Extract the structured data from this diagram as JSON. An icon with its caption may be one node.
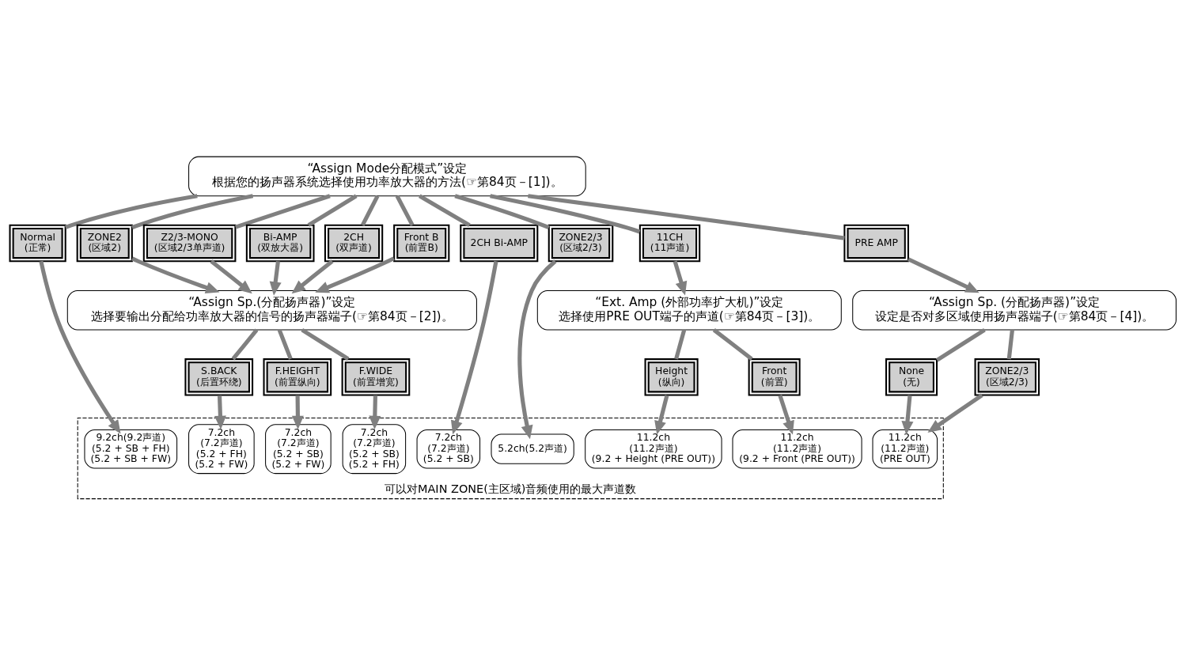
{
  "diagram": {
    "nodes": [
      {
        "text": [
          "“Assign Mode分配模式”设定",
          "根据您的扬声器系统选择使用功率放大器的方法(☞第84页－[1])。"
        ]
      },
      {
        "text": [
          "Normal",
          "(正常)"
        ]
      },
      {
        "text": [
          "ZONE2",
          "(区域2)"
        ]
      },
      {
        "text": [
          "Z2/3-MONO",
          "(区域2/3单声道)"
        ]
      },
      {
        "text": [
          "Bi-AMP",
          "(双放大器)"
        ]
      },
      {
        "text": [
          "2CH",
          "(双声道)"
        ]
      },
      {
        "text": [
          "Front B",
          "(前置B)"
        ]
      },
      {
        "text": [
          "2CH Bi-AMP"
        ]
      },
      {
        "text": [
          "ZONE2/3",
          "(区域2/3)"
        ]
      },
      {
        "text": [
          "11CH",
          "(11声道)"
        ]
      },
      {
        "text": [
          "PRE AMP"
        ]
      },
      {
        "text": [
          "“Assign Sp.(分配扬声器)”设定",
          "选择要输出分配给功率放大器的信号的扬声器端子(☞第84页－[2])。"
        ]
      },
      {
        "text": [
          "“Ext. Amp (外部功率扩大机)”设定",
          "选择使用PRE OUT端子的声道(☞第84页－[3])。"
        ]
      },
      {
        "text": [
          "“Assign Sp. (分配扬声器)”设定",
          "设定是否对多区域使用扬声器端子(☞第84页－[4])。"
        ]
      },
      {
        "text": [
          "S.BACK",
          "(后置环绕)"
        ]
      },
      {
        "text": [
          "F.HEIGHT",
          "(前置纵向)"
        ]
      },
      {
        "text": [
          "F.WIDE",
          "(前置增宽)"
        ]
      },
      {
        "text": [
          "Height",
          "(纵向)"
        ]
      },
      {
        "text": [
          "Front",
          "(前置)"
        ]
      },
      {
        "text": [
          "None",
          "(无)"
        ]
      },
      {
        "text": [
          "ZONE2/3",
          "(区域2/3)"
        ]
      },
      {
        "text": [
          "可以对MAIN ZONE(主区域)音频使用的最大声道数"
        ]
      },
      {
        "text": [
          "9.2ch(9.2声道)",
          "(5.2 + SB + FH)",
          "(5.2 + SB + FW)"
        ],
        "in": 21
      },
      {
        "text": [
          "7.2ch",
          "(7.2声道)",
          "(5.2 + FH)",
          "(5.2 + FW)"
        ],
        "in": 21
      },
      {
        "text": [
          "7.2ch",
          "(7.2声道)",
          "(5.2 + SB)",
          "(5.2 + FW)"
        ],
        "in": 21
      },
      {
        "text": [
          "7.2ch",
          "(7.2声道)",
          "(5.2 + SB)",
          "(5.2 + FH)"
        ],
        "in": 21
      },
      {
        "text": [
          "7.2ch",
          "(7.2声道)",
          "(5.2 + SB)"
        ],
        "in": 21
      },
      {
        "text": [
          "11.2ch",
          "(11.2声道)",
          "(9.2 + Height (PRE OUT))"
        ],
        "in": 21
      },
      {
        "text": [
          "11.2ch",
          "(11.2声道)",
          "(9.2 + Front (PRE OUT))"
        ],
        "in": 21
      },
      {
        "text": [
          "11.2ch",
          "(11.2声道)",
          "(PRE OUT)"
        ],
        "in": 21
      },
      {
        "text": [
          "5.2ch(5.2声道)"
        ],
        "in": 21
      }
    ],
    "edges": [
      {
        "from": 0,
        "to": 1,
        "arrow": "none"
      },
      {
        "from": 0,
        "to": 2,
        "arrow": "none"
      },
      {
        "from": 0,
        "to": 3,
        "arrow": "none"
      },
      {
        "from": 0,
        "to": 4,
        "arrow": "none"
      },
      {
        "from": 0,
        "to": 5,
        "arrow": "none"
      },
      {
        "from": 0,
        "to": 6,
        "arrow": "none"
      },
      {
        "from": 0,
        "to": 7,
        "arrow": "none"
      },
      {
        "from": 0,
        "to": 8,
        "arrow": "none"
      },
      {
        "from": 0,
        "to": 9,
        "arrow": "none"
      },
      {
        "from": 0,
        "to": 10,
        "arrow": "none"
      },
      {
        "from": 1,
        "to": 22,
        "arrow": "to"
      },
      {
        "from": 2,
        "to": 11,
        "arrow": "to"
      },
      {
        "from": 3,
        "to": 11,
        "arrow": "to"
      },
      {
        "from": 4,
        "to": 11,
        "arrow": "to"
      },
      {
        "from": 5,
        "to": 11,
        "arrow": "to"
      },
      {
        "from": 6,
        "to": 11,
        "arrow": "to"
      },
      {
        "from": 7,
        "to": 26,
        "arrow": "to"
      },
      {
        "from": 8,
        "to": 30,
        "arrow": "to"
      },
      {
        "from": 9,
        "to": 12,
        "arrow": "to"
      },
      {
        "from": 10,
        "to": 13,
        "arrow": "to"
      },
      {
        "from": 11,
        "to": 14,
        "arrow": "none"
      },
      {
        "from": 11,
        "to": 15,
        "arrow": "none"
      },
      {
        "from": 11,
        "to": 16,
        "arrow": "none"
      },
      {
        "from": 14,
        "to": 23,
        "arrow": "to"
      },
      {
        "from": 15,
        "to": 24,
        "arrow": "to"
      },
      {
        "from": 16,
        "to": 25,
        "arrow": "to"
      },
      {
        "from": 12,
        "to": 17,
        "arrow": "none"
      },
      {
        "from": 12,
        "to": 18,
        "arrow": "none"
      },
      {
        "from": 17,
        "to": 27,
        "arrow": "to"
      },
      {
        "from": 18,
        "to": 28,
        "arrow": "to"
      },
      {
        "from": 13,
        "to": 19,
        "arrow": "none"
      },
      {
        "from": 13,
        "to": 20,
        "arrow": "none"
      },
      {
        "from": 19,
        "to": 29,
        "arrow": "to"
      },
      {
        "from": 20,
        "to": 29,
        "arrow": "to"
      }
    ]
  }
}
